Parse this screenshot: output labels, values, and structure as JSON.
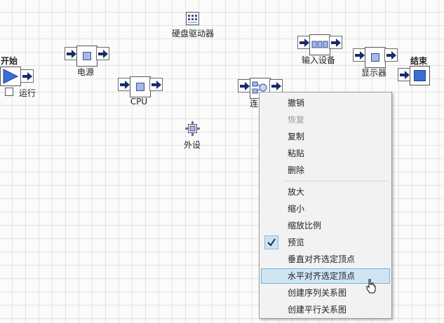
{
  "start": {
    "title": "开始",
    "run_label": "运行",
    "run_checked": false
  },
  "end": {
    "title": "结束"
  },
  "nodes": {
    "power": "电源",
    "cpu": "CPU",
    "hdd": "硬盘驱动器",
    "peripheral": "外设",
    "connect": "连",
    "input": "输入设备",
    "display": "显示器"
  },
  "menu": {
    "undo": "撤销",
    "redo": "恢复",
    "copy": "复制",
    "paste": "粘贴",
    "delete": "删除",
    "zoom_in": "放大",
    "zoom_out": "缩小",
    "zoom_ratio": "缩放比例",
    "preview": "预览",
    "align_v": "垂直对齐选定顶点",
    "align_h": "水平对齐选定顶点",
    "seq_diagram": "创建序列关系图",
    "par_diagram": "创建平行关系图"
  },
  "colors": {
    "accent": "#1a2a6c",
    "hover": "#cfe5f3",
    "play": "#3a6fd8"
  }
}
